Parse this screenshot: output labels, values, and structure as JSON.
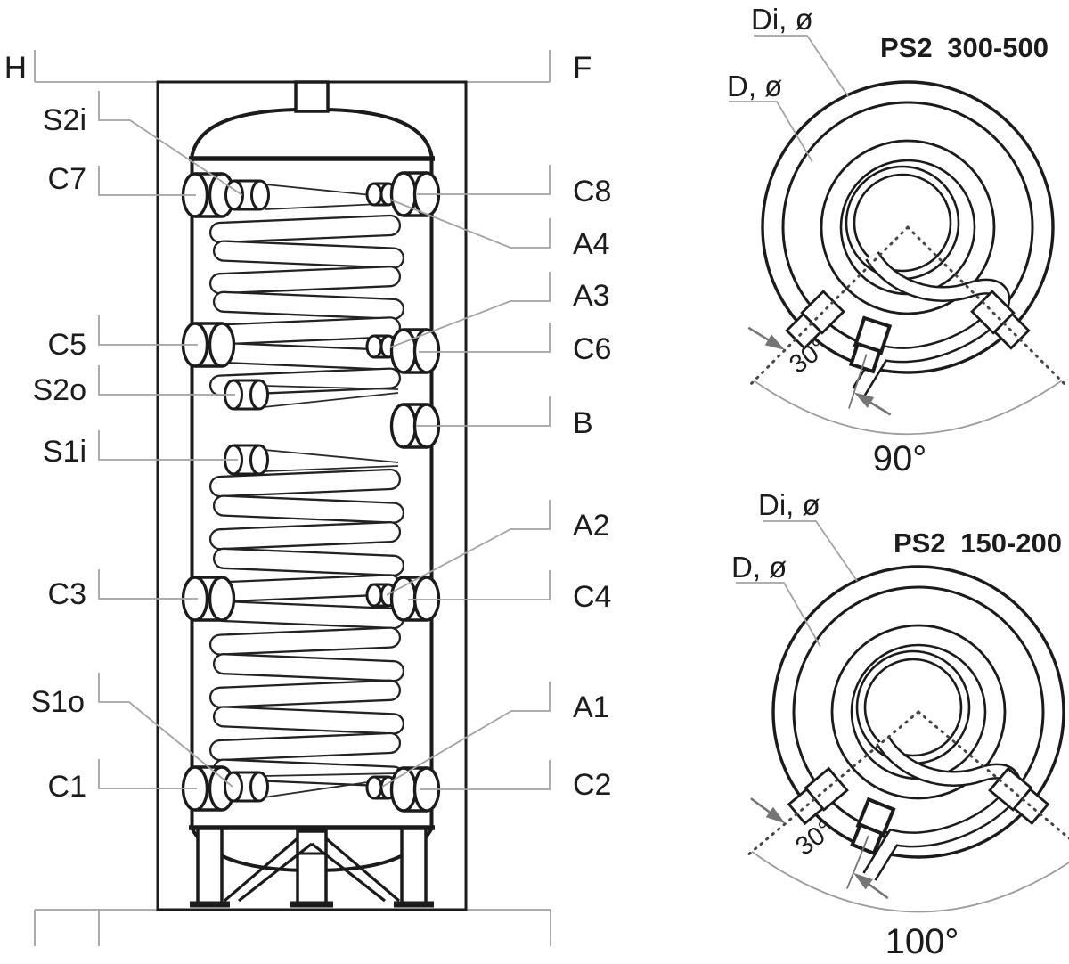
{
  "front_view": {
    "height_dim": "H",
    "top_dim": "F",
    "ports": {
      "s2i": "S2i",
      "c7": "C7",
      "c5": "C5",
      "s2o": "S2o",
      "s1i": "S1i",
      "c3": "C3",
      "s1o": "S1o",
      "c1": "C1",
      "c8": "C8",
      "a4": "A4",
      "a3": "A3",
      "c6": "C6",
      "b": "B",
      "a2": "A2",
      "c4": "C4",
      "a1": "A1",
      "c2": "C2"
    }
  },
  "top_view_300_500": {
    "title": "PS2 300-500",
    "di_label": "Di, ø",
    "d_label": "D, ø",
    "offset_angle": "30°",
    "span_angle": "90°"
  },
  "top_view_150_200": {
    "title": "PS2 150-200",
    "di_label": "Di, ø",
    "d_label": "D, ø",
    "offset_angle": "30°",
    "span_angle": "100°"
  },
  "colors": {
    "line": "#1b1b1b",
    "leader": "#a3a3a3",
    "dotted": "#454545",
    "dim_gray": "#9c9c9c",
    "arrow_gray": "#757575"
  }
}
